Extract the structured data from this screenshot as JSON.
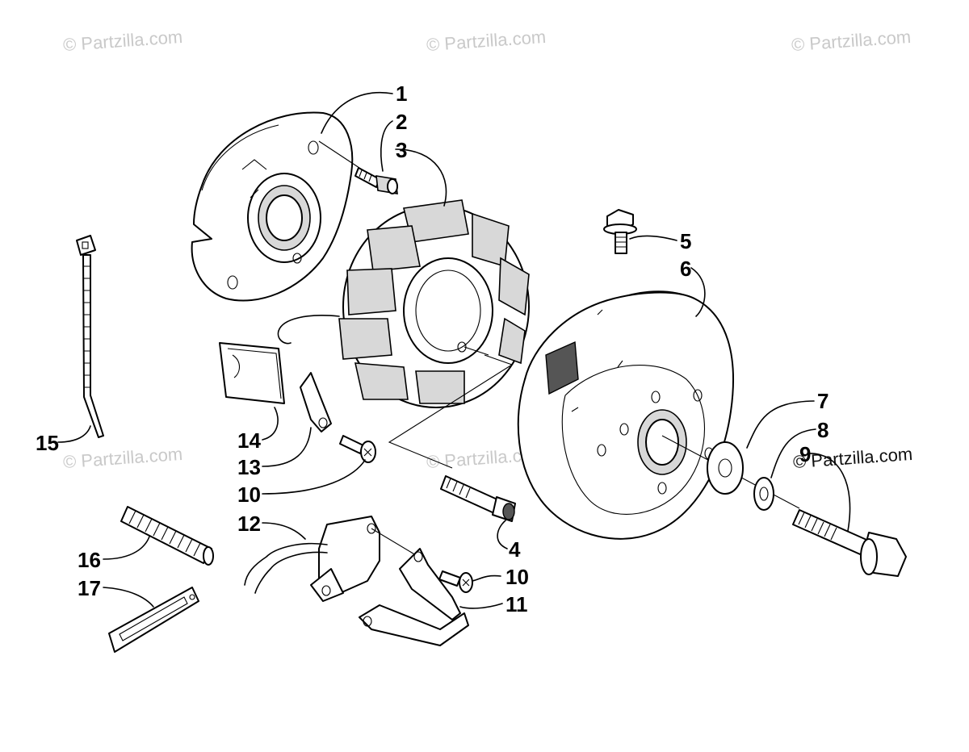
{
  "watermarks": [
    "© Partzilla.com",
    "© Partzilla.com",
    "© Partzilla.com",
    "© Partzilla.com",
    "© Partzilla.com",
    "© Partzilla.com"
  ],
  "watermark_dark": "© Partzilla.com",
  "callouts": [
    "1",
    "2",
    "3",
    "4",
    "5",
    "6",
    "7",
    "8",
    "9",
    "10",
    "10",
    "11",
    "12",
    "13",
    "14",
    "15",
    "16",
    "17"
  ],
  "colors": {
    "line": "#000000",
    "watermark": "#c9c9c9",
    "background": "#ffffff"
  }
}
